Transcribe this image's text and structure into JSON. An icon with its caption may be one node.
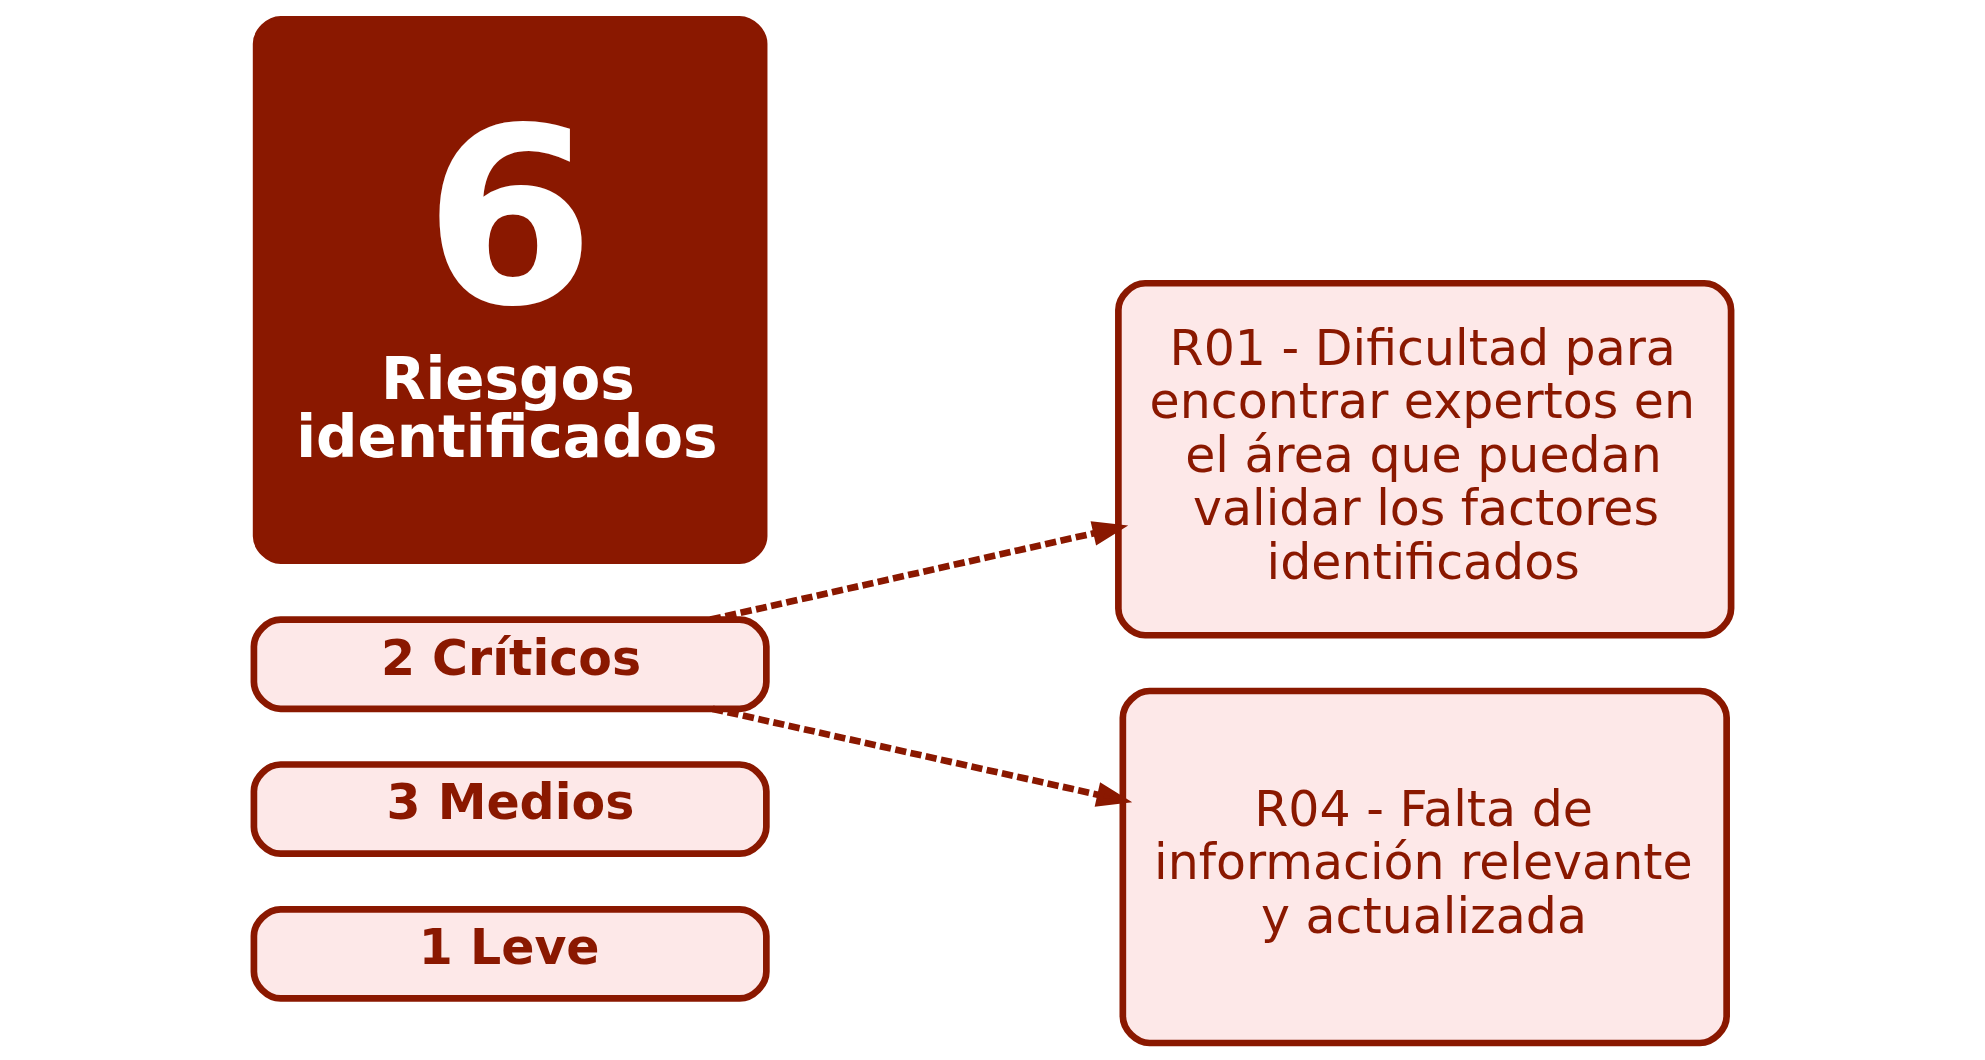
{
  "diagram": {
    "nodes": [
      {
        "text": [
          "6",
          "Riesgos identificados"
        ]
      },
      {
        "text": [
          "2 Críticos"
        ]
      },
      {
        "text": [
          "3 Medios"
        ]
      },
      {
        "text": [
          "1 Leve"
        ]
      },
      {
        "text": [
          "R01 - Dificultad para encontrar expertos en el área que puedan validar los factores identificados"
        ]
      },
      {
        "text": [
          "R04 - Falta de información relevante y actualizada"
        ]
      }
    ],
    "edges": [
      {
        "from": 1,
        "to": 4,
        "arrow": "to",
        "style": "dashed"
      },
      {
        "from": 1,
        "to": 5,
        "arrow": "to",
        "style": "dashed"
      }
    ]
  }
}
